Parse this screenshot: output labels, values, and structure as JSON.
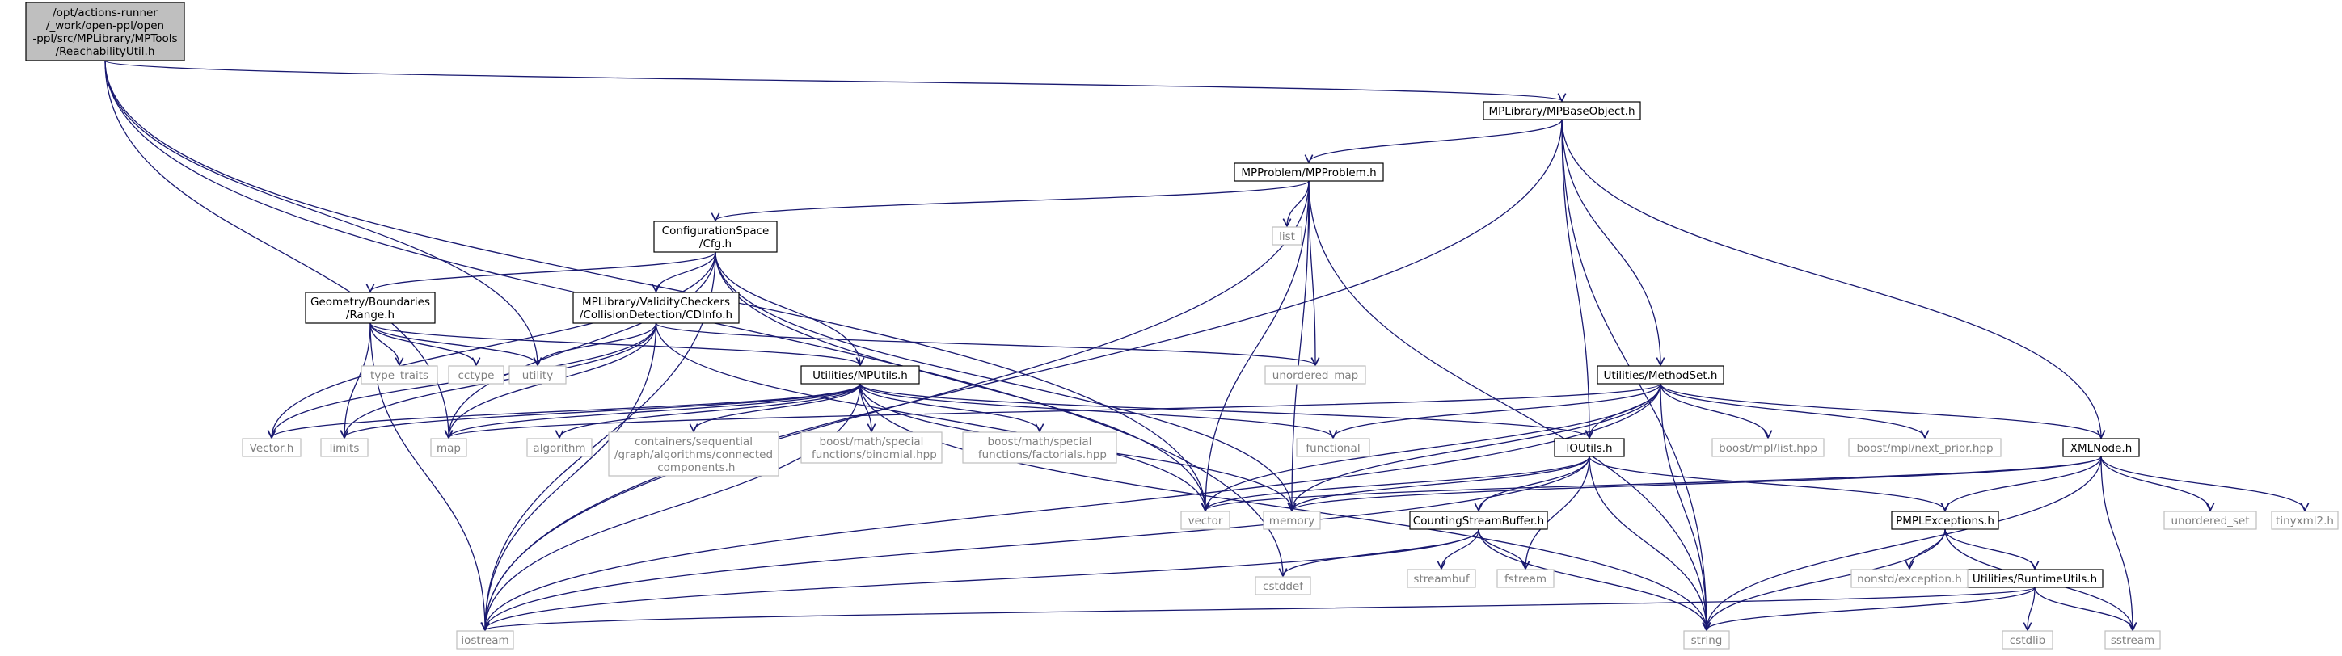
{
  "root_node": {
    "lines": [
      "/opt/actions-runner",
      "/_work/open-ppl/open",
      "-ppl/src/MPLibrary/MPTools",
      "/ReachabilityUtil.h"
    ]
  },
  "nodes": {
    "mpbaseobject": {
      "lines": [
        "MPLibrary/MPBaseObject.h"
      ]
    },
    "mpproblem": {
      "lines": [
        "MPProblem/MPProblem.h"
      ]
    },
    "cfg": {
      "lines": [
        "ConfigurationSpace",
        "/Cfg.h"
      ]
    },
    "range": {
      "lines": [
        "Geometry/Boundaries",
        "/Range.h"
      ]
    },
    "cdinfo": {
      "lines": [
        "MPLibrary/ValidityCheckers",
        "/CollisionDetection/CDInfo.h"
      ]
    },
    "mputils": {
      "lines": [
        "Utilities/MPUtils.h"
      ]
    },
    "methodset": {
      "lines": [
        "Utilities/MethodSet.h"
      ]
    },
    "ioutils": {
      "lines": [
        "IOUtils.h"
      ]
    },
    "xmlnode": {
      "lines": [
        "XMLNode.h"
      ]
    },
    "countingstreambuffer": {
      "lines": [
        "CountingStreamBuffer.h"
      ]
    },
    "pmplexceptions": {
      "lines": [
        "PMPLExceptions.h"
      ]
    },
    "runtimeutils": {
      "lines": [
        "Utilities/RuntimeUtils.h"
      ]
    },
    "list": {
      "lines": [
        "list"
      ]
    },
    "unordered_map": {
      "lines": [
        "unordered_map"
      ]
    },
    "type_traits": {
      "lines": [
        "type_traits"
      ]
    },
    "cctype": {
      "lines": [
        "cctype"
      ]
    },
    "utility": {
      "lines": [
        "utility"
      ]
    },
    "vector_h": {
      "lines": [
        "Vector.h"
      ]
    },
    "limits": {
      "lines": [
        "limits"
      ]
    },
    "map": {
      "lines": [
        "map"
      ]
    },
    "algorithm": {
      "lines": [
        "algorithm"
      ]
    },
    "connected_components": {
      "lines": [
        "containers/sequential",
        "/graph/algorithms/connected",
        "_components.h"
      ]
    },
    "binomial": {
      "lines": [
        "boost/math/special",
        "_functions/binomial.hpp"
      ]
    },
    "factorials": {
      "lines": [
        "boost/math/special",
        "_functions/factorials.hpp"
      ]
    },
    "functional": {
      "lines": [
        "functional"
      ]
    },
    "mpl_list": {
      "lines": [
        "boost/mpl/list.hpp"
      ]
    },
    "next_prior": {
      "lines": [
        "boost/mpl/next_prior.hpp"
      ]
    },
    "vector": {
      "lines": [
        "vector"
      ]
    },
    "memory": {
      "lines": [
        "memory"
      ]
    },
    "unordered_set": {
      "lines": [
        "unordered_set"
      ]
    },
    "tinyxml2": {
      "lines": [
        "tinyxml2.h"
      ]
    },
    "nonstd_exception": {
      "lines": [
        "nonstd/exception.h"
      ]
    },
    "streambuf": {
      "lines": [
        "streambuf"
      ]
    },
    "fstream": {
      "lines": [
        "fstream"
      ]
    },
    "cstddef": {
      "lines": [
        "cstddef"
      ]
    },
    "iostream": {
      "lines": [
        "iostream"
      ]
    },
    "string": {
      "lines": [
        "string"
      ]
    },
    "cstdlib": {
      "lines": [
        "cstdlib"
      ]
    },
    "sstream": {
      "lines": [
        "sstream"
      ]
    }
  },
  "colors": {
    "edge": "#191970",
    "root_fill": "#bfbfbf",
    "node_border": "#000000",
    "external_border": "#bfbfbf",
    "external_text": "#808080",
    "text": "#000000"
  }
}
